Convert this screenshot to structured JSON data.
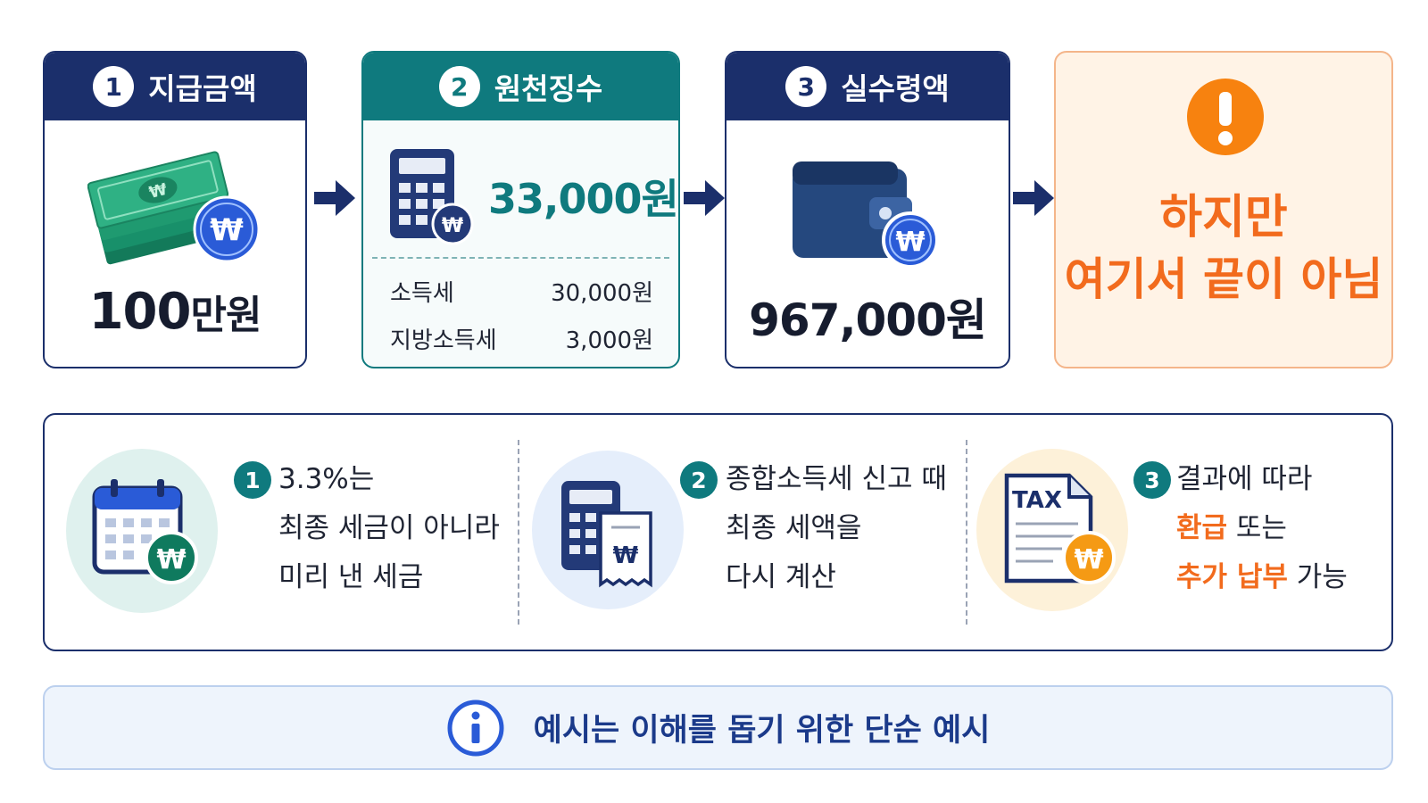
{
  "steps": [
    {
      "num": "1",
      "title": "지급금액",
      "amount_num": "100",
      "amount_unit": "만원"
    },
    {
      "num": "2",
      "title": "원천징수",
      "amount": "33,000원",
      "rows": [
        {
          "label": "소득세",
          "value": "30,000원"
        },
        {
          "label": "지방소득세",
          "value": "3,000원"
        }
      ]
    },
    {
      "num": "3",
      "title": "실수령액",
      "amount": "967,000원"
    }
  ],
  "warning": {
    "icon": "exclamation-icon",
    "line1": "하지만",
    "line2": "여기서 끝이 아님"
  },
  "notes": [
    {
      "num": "1",
      "icon": "calendar-won-icon",
      "lines": [
        "3.3%는",
        "최종 세금이 아니라",
        "미리 낸 세금"
      ]
    },
    {
      "num": "2",
      "icon": "calculator-receipt-icon",
      "lines": [
        "종합소득세 신고 때",
        "최종 세액을",
        "다시 계산"
      ]
    },
    {
      "num": "3",
      "icon": "tax-document-icon",
      "tax_label": "TAX",
      "line1": "결과에 따라",
      "line2_highlight": "환급",
      "line2_rest": " 또는",
      "line3_highlight": "추가 납부",
      "line3_rest": " 가능"
    }
  ],
  "footer": {
    "icon": "info-icon",
    "text": "예시는 이해를 돕기 위한 단순 예시"
  },
  "colors": {
    "navy": "#1b2f6b",
    "teal": "#0f7a7e",
    "orange": "#f26b1d",
    "money_green": "#1f9a70"
  }
}
